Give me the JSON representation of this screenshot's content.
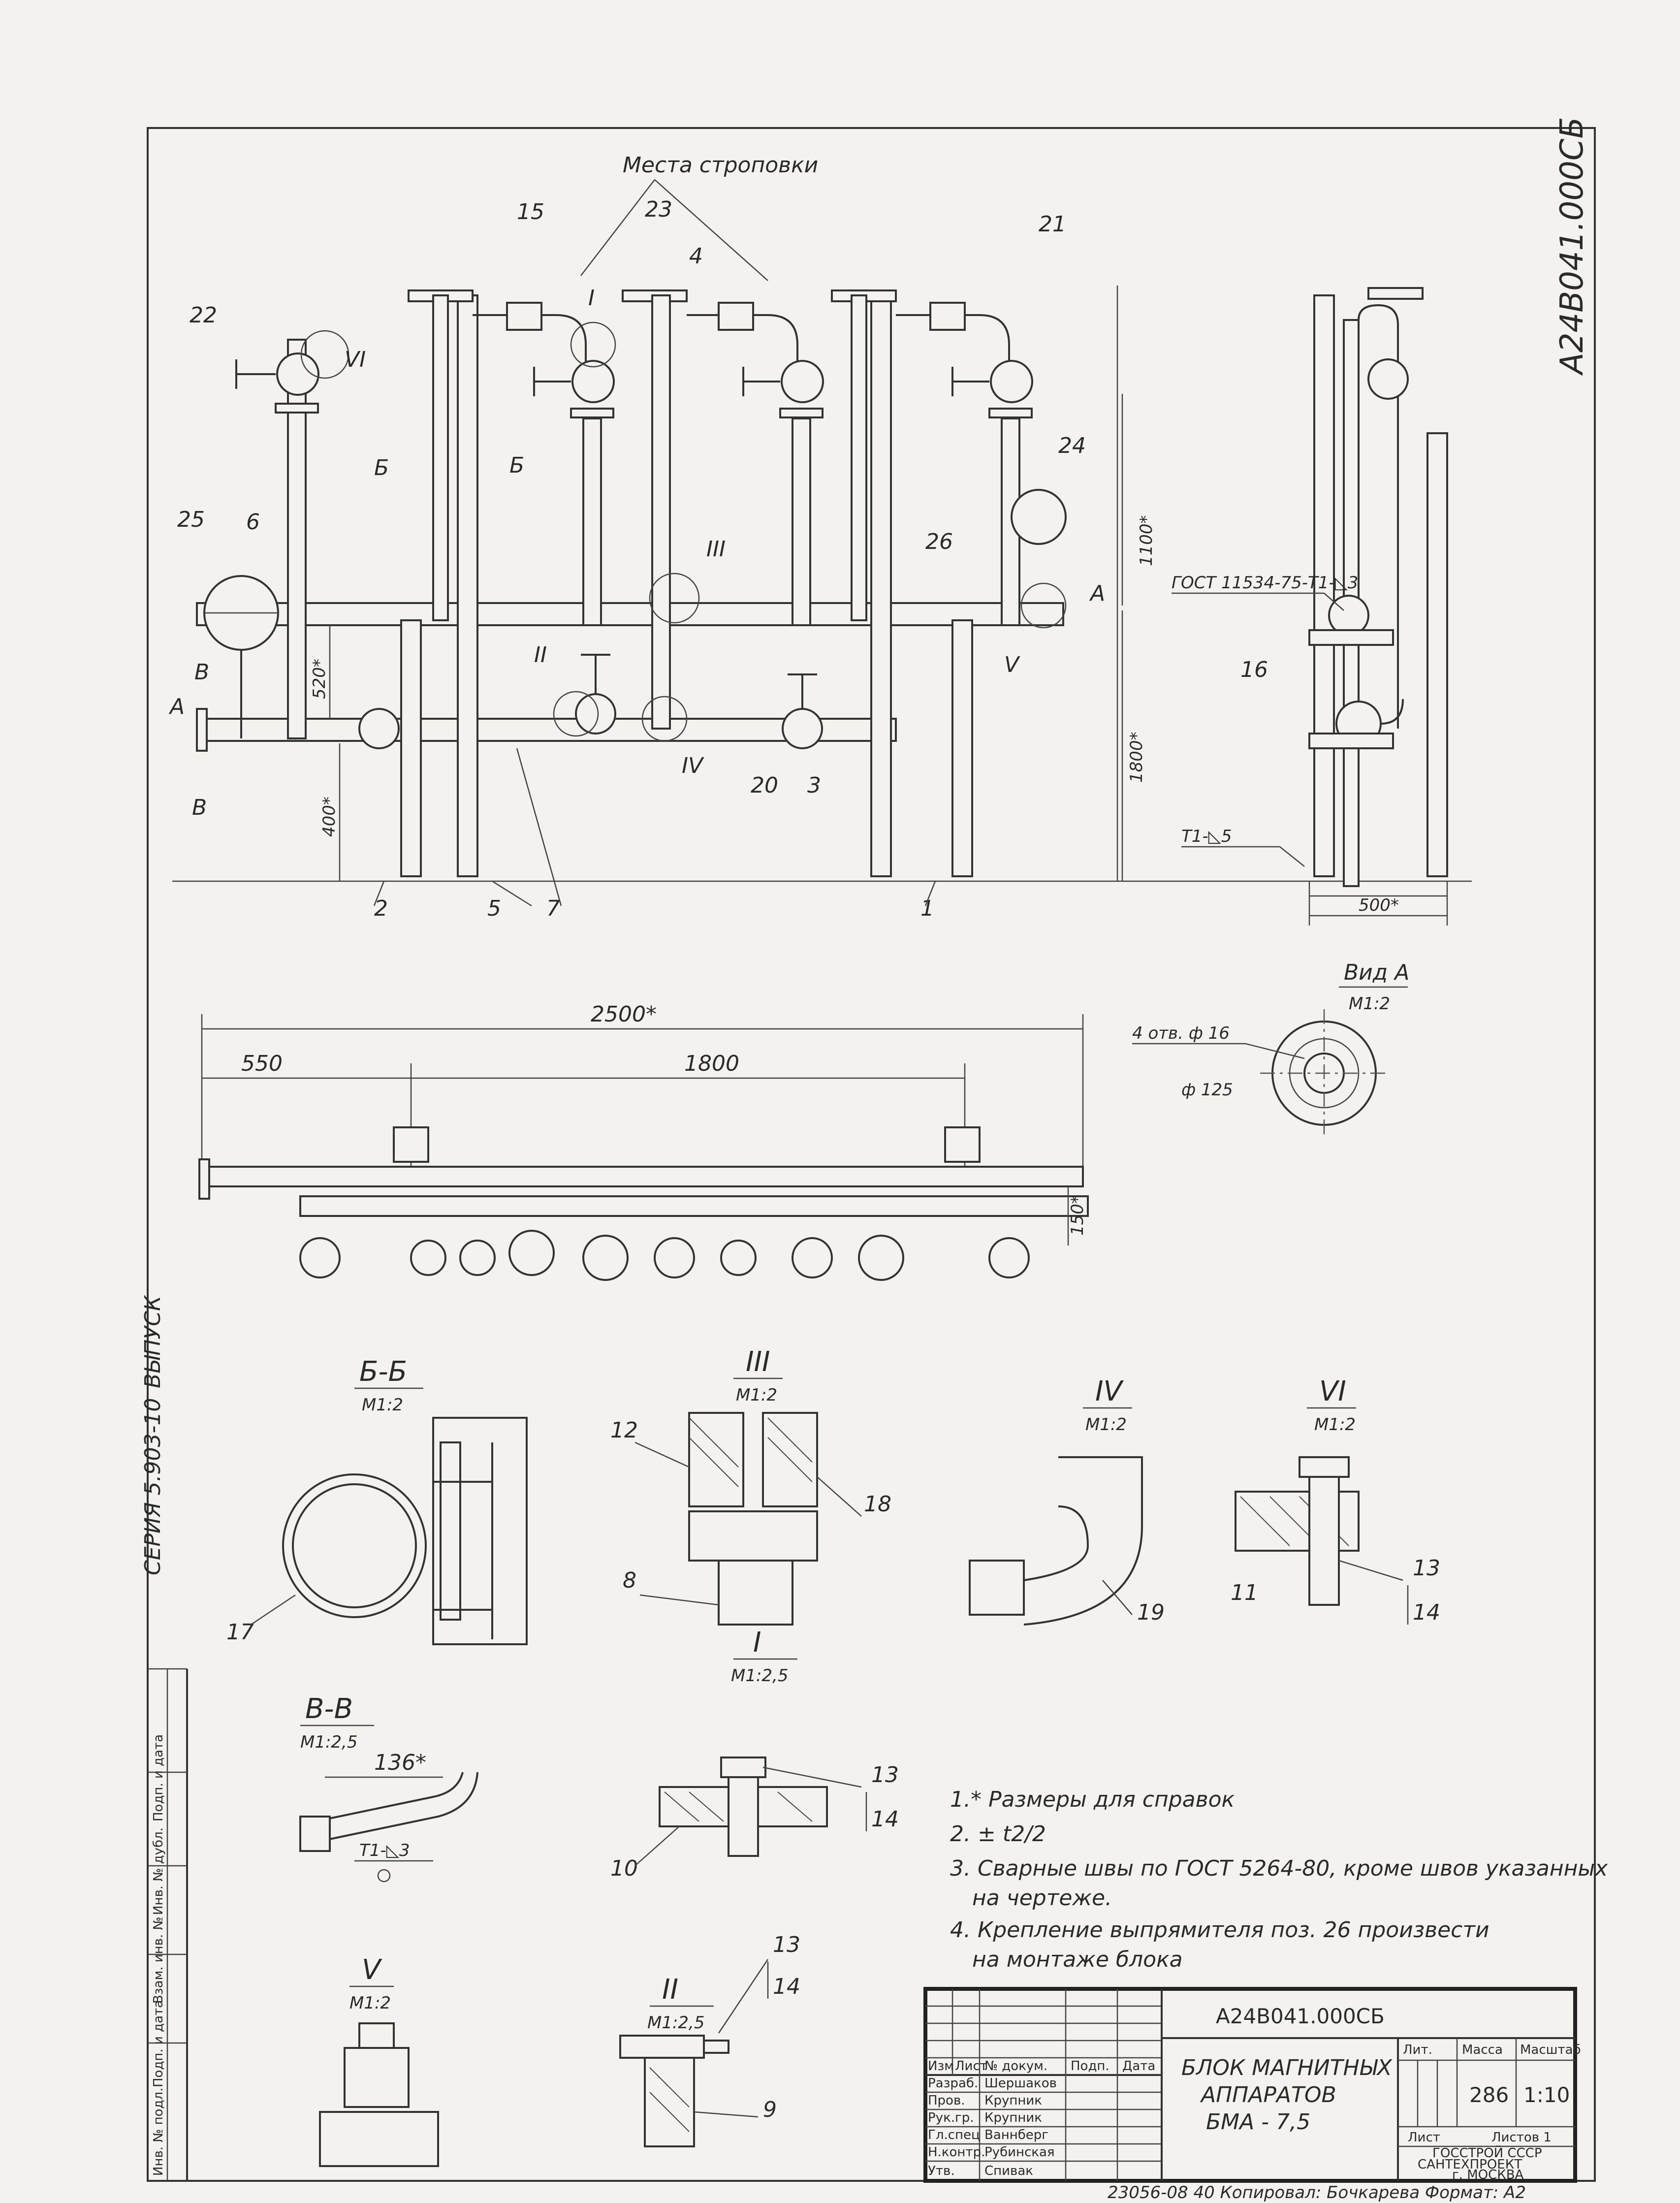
{
  "document": {
    "code": "А24В041.000СБ",
    "title_lines": [
      "БЛОК МАГНИТНЫХ",
      "АППАРАТОВ",
      "БМА - 7,5"
    ],
    "side_series": "СЕРИЯ 5.903-10",
    "side_issue": "ВЫПУСК"
  },
  "main_view": {
    "lifting_label": "Места строповки",
    "callouts": [
      "15",
      "23",
      "4",
      "21",
      "22",
      "25",
      "6",
      "24",
      "26",
      "Б",
      "Б",
      "А",
      "В",
      "В",
      "А",
      "20",
      "3",
      "2",
      "5",
      "7",
      "1",
      "16"
    ],
    "roman": [
      "I",
      "II",
      "III",
      "IV",
      "V",
      "VI"
    ],
    "dimensions": {
      "h_1100": "1100*",
      "h_1800": "1800*",
      "h_520": "520*",
      "h_400": "400*",
      "side_weld": "Т1-◺5",
      "side_w": "500*",
      "gost_note": "ГОСТ 11534-75-Т1-◺3"
    }
  },
  "plan_view": {
    "dim_total": "2500*",
    "dim_550": "550",
    "dim_1800": "1800",
    "dim_150": "150*"
  },
  "view_a": {
    "title": "Вид А",
    "scale": "М1:2",
    "holes": "4 отв. ф 16",
    "diameter": "ф 125"
  },
  "sections": {
    "bb": {
      "title": "Б-Б",
      "scale": "М1:2",
      "callout": "17"
    },
    "vv": {
      "title": "В-В",
      "scale": "М1:2,5",
      "dim": "136*",
      "weld": "Т1-◺3"
    },
    "n3": {
      "title": "III",
      "scale": "М1:2",
      "callouts": [
        "12",
        "18",
        "8"
      ]
    },
    "n4": {
      "title": "IV",
      "scale": "М1:2",
      "callout": "19"
    },
    "n6": {
      "title": "VI",
      "scale": "М1:2",
      "callouts": [
        "11",
        "13",
        "14"
      ]
    },
    "n1": {
      "title": "I",
      "scale": "М1:2,5",
      "callouts": [
        "13",
        "14",
        "10"
      ]
    },
    "n5": {
      "title": "V",
      "scale": "М1:2"
    },
    "n2": {
      "title": "II",
      "scale": "М1:2,5",
      "callouts": [
        "13",
        "14",
        "9"
      ]
    }
  },
  "notes": [
    "1.* Размеры для справок",
    "2. ± t2/2",
    "3. Сварные швы по ГОСТ 5264-80, кроме швов указанных",
    "на чертеже.",
    "4. Крепление выпрямителя поз. 26 произвести",
    "на монтаже блока"
  ],
  "title_block": {
    "head": [
      "Изм",
      "Лист",
      "№ докум.",
      "Подп.",
      "Дата"
    ],
    "rows": [
      {
        "role": "Разраб.",
        "name": "Шершаков"
      },
      {
        "role": "Пров.",
        "name": "Крупник"
      },
      {
        "role": "Рук.гр.",
        "name": "Крупник"
      },
      {
        "role": "Гл.спец",
        "name": "Ваннберг"
      },
      {
        "role": "Н.контр.",
        "name": "Рубинская"
      },
      {
        "role": "Утв.",
        "name": "Спивак"
      }
    ],
    "lit_label": "Лит.",
    "mass_label": "Масса",
    "scale_label": "Масштаб",
    "mass": "286",
    "scale": "1:10",
    "sheet_label": "Лист",
    "sheets_label": "Листов 1",
    "org1": "ГОССТРОЙ СССР",
    "org2": "САНТЕХПРОЕКТ",
    "org3": "г. МОСКВА"
  },
  "footer": {
    "text": "23056-08    40    Копировал: Бочкарева    Формат: А2"
  },
  "left_strip": {
    "labels": [
      "Инв. № подл.",
      "Подп. и дата",
      "Взам. инв. №",
      "Инв. № дубл.",
      "Подп. и дата"
    ]
  }
}
